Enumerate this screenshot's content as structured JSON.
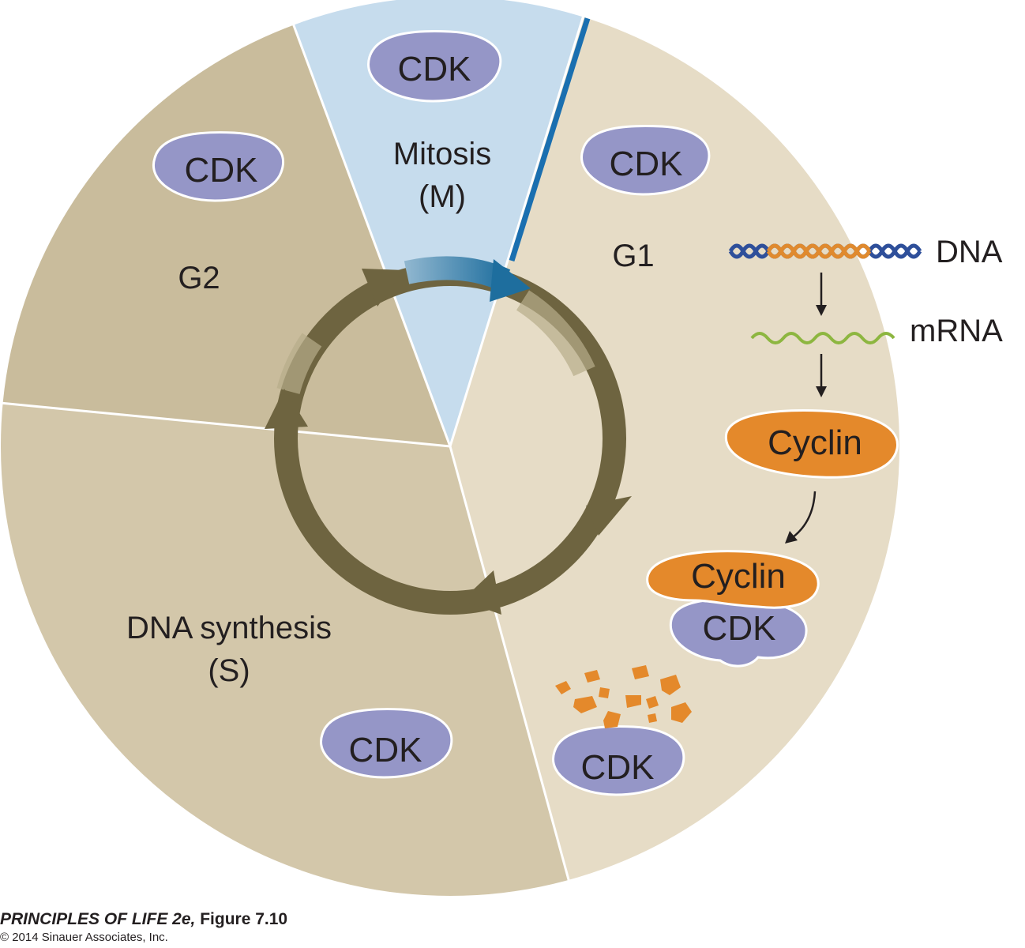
{
  "phases": {
    "mitosis": {
      "name": "Mitosis",
      "abbr": "(M)"
    },
    "g1": {
      "name": "G1"
    },
    "g2": {
      "name": "G2"
    },
    "s": {
      "name": "DNA synthesis",
      "abbr": "(S)"
    }
  },
  "molecules": {
    "cdk": "CDK",
    "cyclin": "Cyclin",
    "dna": "DNA",
    "mrna": "mRNA"
  },
  "caption": {
    "book": "PRINCIPLES OF LIFE 2e,",
    "figure": "Figure 7.10",
    "copyright": "© 2014 Sinauer Associates, Inc."
  },
  "colors": {
    "g2": "#c9bc9c",
    "s": "#d3c7aa",
    "g1": "#e6dcc6",
    "mitosis": "#c6dced",
    "cdk": "#9596c7",
    "cyclin": "#e4892b",
    "arrow": "#6e6440",
    "dna_blue": "#2e4f9a",
    "dna_orange": "#e08a2e",
    "mrna": "#8db640",
    "boundary": "#1a6fb0"
  }
}
